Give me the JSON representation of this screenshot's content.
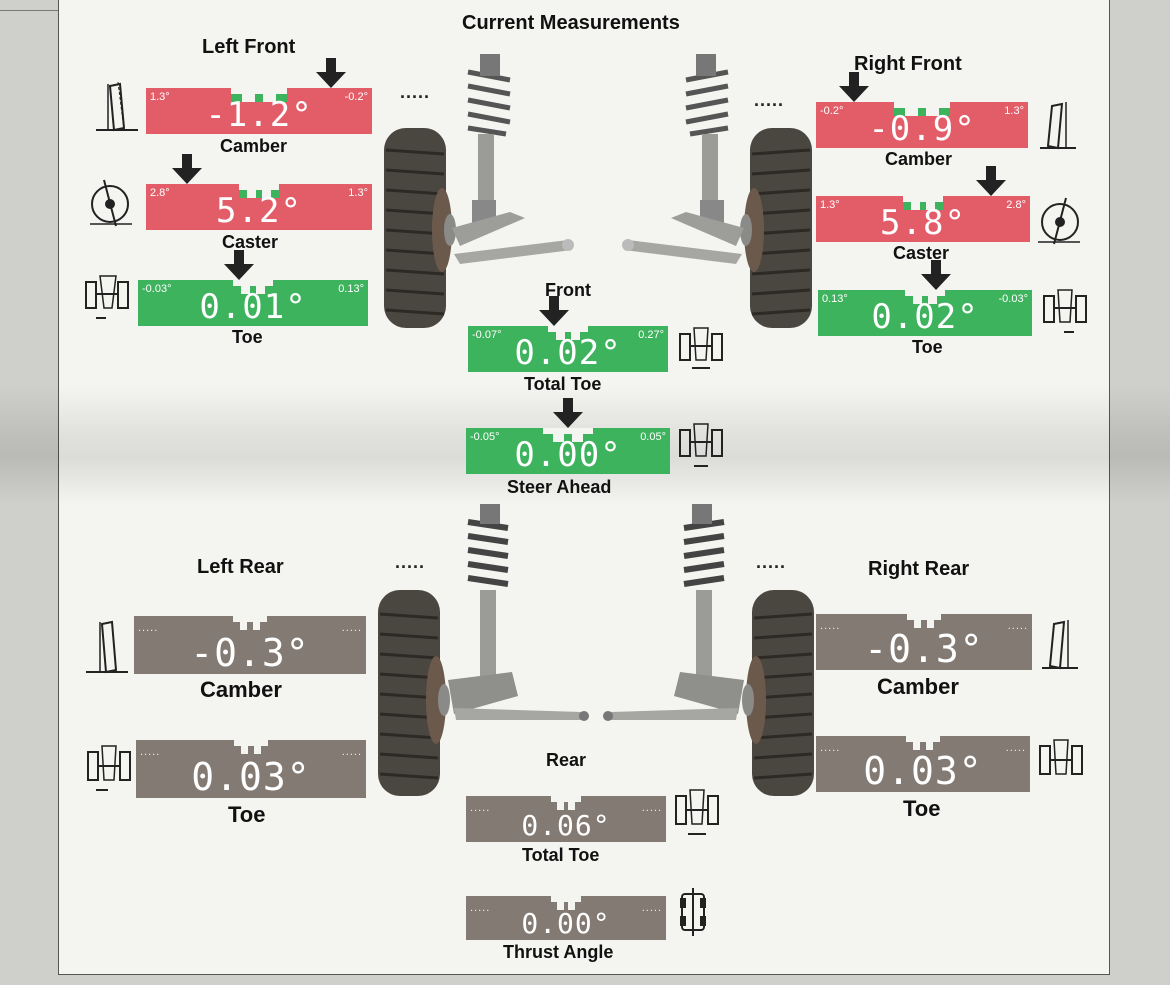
{
  "page": {
    "title": "Current Measurements"
  },
  "front": {
    "label": "Front",
    "left": {
      "title": "Left Front",
      "camber": {
        "label": "Camber",
        "value": "-1.2°",
        "min": "1.3°",
        "max": "-0.2°",
        "status": "out",
        "pointer": 0.82
      },
      "caster": {
        "label": "Caster",
        "value": "5.2°",
        "min": "2.8°",
        "max": "1.3°",
        "status": "out",
        "pointer": 0.18
      },
      "toe": {
        "label": "Toe",
        "value": "0.01°",
        "min": "-0.03°",
        "max": "0.13°",
        "status": "ok",
        "pointer": 0.44
      }
    },
    "right": {
      "title": "Right Front",
      "camber": {
        "label": "Camber",
        "value": "-0.9°",
        "min": "-0.2°",
        "max": "1.3°",
        "status": "out",
        "pointer": 0.18
      },
      "caster": {
        "label": "Caster",
        "value": "5.8°",
        "min": "1.3°",
        "max": "2.8°",
        "status": "out",
        "pointer": 0.82
      },
      "toe": {
        "label": "Toe",
        "value": "0.02°",
        "min": "0.13°",
        "max": "-0.03°",
        "status": "ok",
        "pointer": 0.55
      }
    },
    "total_toe": {
      "label": "Total Toe",
      "value": "0.02°",
      "min": "-0.07°",
      "max": "0.27°",
      "status": "ok",
      "pointer": 0.43
    },
    "steer_ahead": {
      "label": "Steer Ahead",
      "value": "0.00°",
      "min": "-0.05°",
      "max": "0.05°",
      "status": "ok",
      "pointer": 0.5
    }
  },
  "rear": {
    "label": "Rear",
    "left": {
      "title": "Left Rear",
      "camber": {
        "label": "Camber",
        "value": "-0.3°",
        "min": ".....",
        "max": ".....",
        "status": "none"
      },
      "toe": {
        "label": "Toe",
        "value": "0.03°",
        "min": ".....",
        "max": ".....",
        "status": "none"
      }
    },
    "right": {
      "title": "Right Rear",
      "camber": {
        "label": "Camber",
        "value": "-0.3°",
        "min": ".....",
        "max": ".....",
        "status": "none"
      },
      "toe": {
        "label": "Toe",
        "value": "0.03°",
        "min": ".....",
        "max": ".....",
        "status": "none"
      }
    },
    "total_toe": {
      "label": "Total Toe",
      "value": "0.06°",
      "min": ".....",
      "max": ".....",
      "status": "none"
    },
    "thrust_angle": {
      "label": "Thrust Angle",
      "value": "0.00°",
      "min": ".....",
      "max": ".....",
      "status": "none"
    }
  },
  "ellipsis": "....."
}
